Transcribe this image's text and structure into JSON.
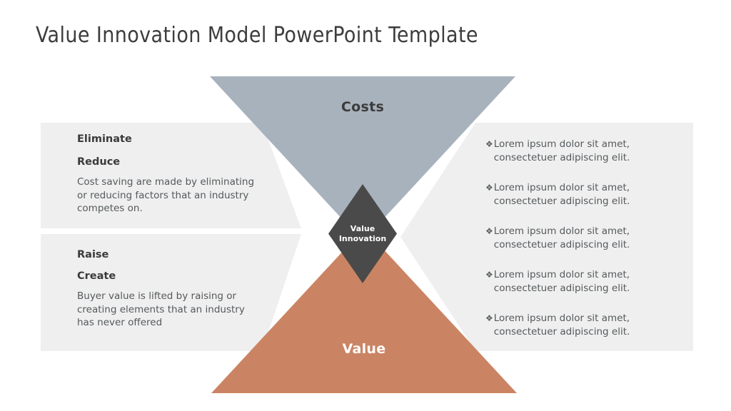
{
  "slide": {
    "title": "Value Innovation Model PowerPoint Template",
    "colors": {
      "costs_triangle": "#A8B2BC",
      "value_triangle": "#CB8463",
      "center_diamond": "#4A4A4A",
      "panel_background": "#EFEFEF",
      "title_text": "#3D3D3D",
      "body_text": "#55595C"
    }
  },
  "diagram": {
    "top_triangle_label": "Costs",
    "bottom_triangle_label": "Value",
    "center_label_line1": "Value",
    "center_label_line2": "Innovation"
  },
  "left_panels": [
    {
      "heading_1": "Eliminate",
      "heading_2": "Reduce",
      "body": "Cost saving are made by eliminating or reducing factors that an industry competes on."
    },
    {
      "heading_1": "Raise",
      "heading_2": "Create",
      "body": "Buyer value is lifted by raising or creating elements that an industry has never offered"
    }
  ],
  "right_panel": {
    "bullet_marker": "❖",
    "bullets": [
      "Lorem ipsum dolor sit amet, consectetuer adipiscing elit.",
      "Lorem ipsum dolor sit amet, consectetuer adipiscing elit.",
      "Lorem ipsum dolor sit amet, consectetuer adipiscing elit.",
      "Lorem ipsum dolor sit amet, consectetuer adipiscing elit.",
      "Lorem ipsum dolor sit amet, consectetuer adipiscing elit."
    ]
  }
}
